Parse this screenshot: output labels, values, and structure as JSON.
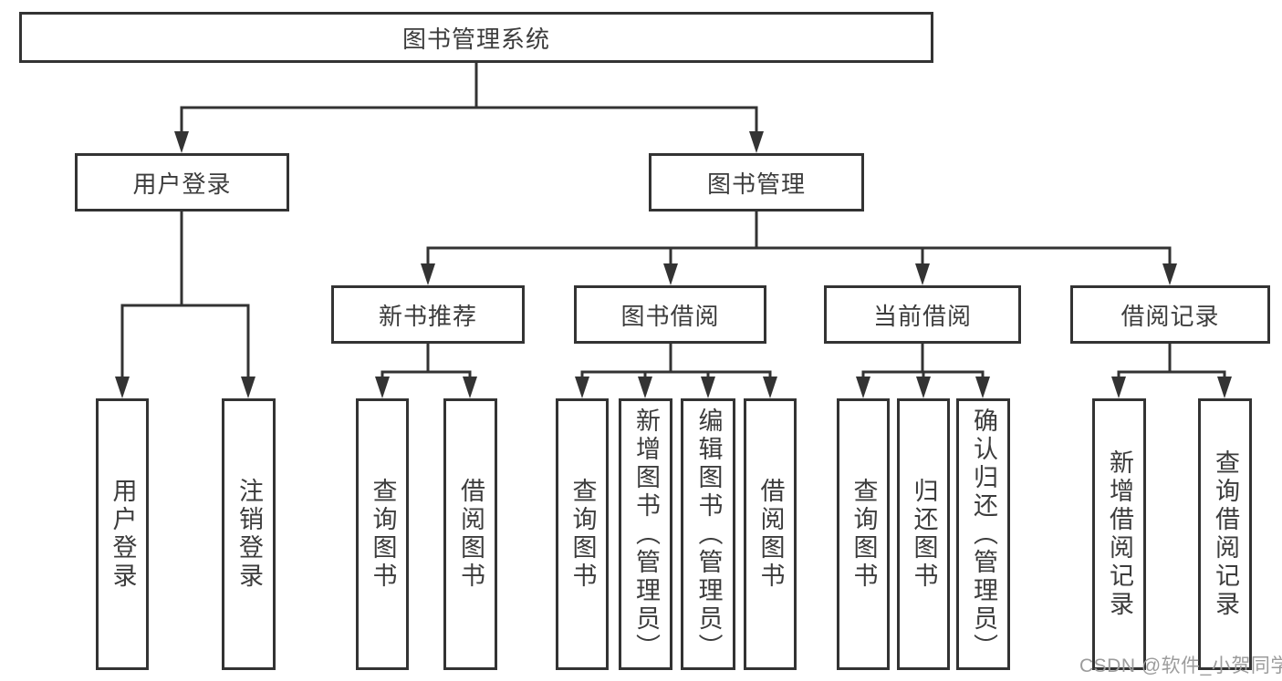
{
  "diagram": {
    "root": {
      "label": "图书管理系统"
    },
    "children": [
      {
        "label": "用户登录",
        "children": [
          {
            "label": "用户登录"
          },
          {
            "label": "注销登录"
          }
        ]
      },
      {
        "label": "图书管理",
        "children": [
          {
            "label": "新书推荐",
            "children": [
              {
                "label": "查询图书"
              },
              {
                "label": "借阅图书"
              }
            ]
          },
          {
            "label": "图书借阅",
            "children": [
              {
                "label": "查询图书"
              },
              {
                "label": "新增图书（管理员）"
              },
              {
                "label": "编辑图书（管理员）"
              },
              {
                "label": "借阅图书"
              }
            ]
          },
          {
            "label": "当前借阅",
            "children": [
              {
                "label": "查询图书"
              },
              {
                "label": "归还图书"
              },
              {
                "label": "确认归还（管理员）"
              }
            ]
          },
          {
            "label": "借阅记录",
            "children": [
              {
                "label": "新增借阅记录"
              },
              {
                "label": "查询借阅记录"
              }
            ]
          }
        ]
      }
    ]
  },
  "watermark": {
    "text": "CSDN @软件_小贺同学"
  },
  "colors": {
    "line": "#333333",
    "text": "#3c3c3c",
    "watermark": "#9c9c9c",
    "background": "#ffffff"
  }
}
